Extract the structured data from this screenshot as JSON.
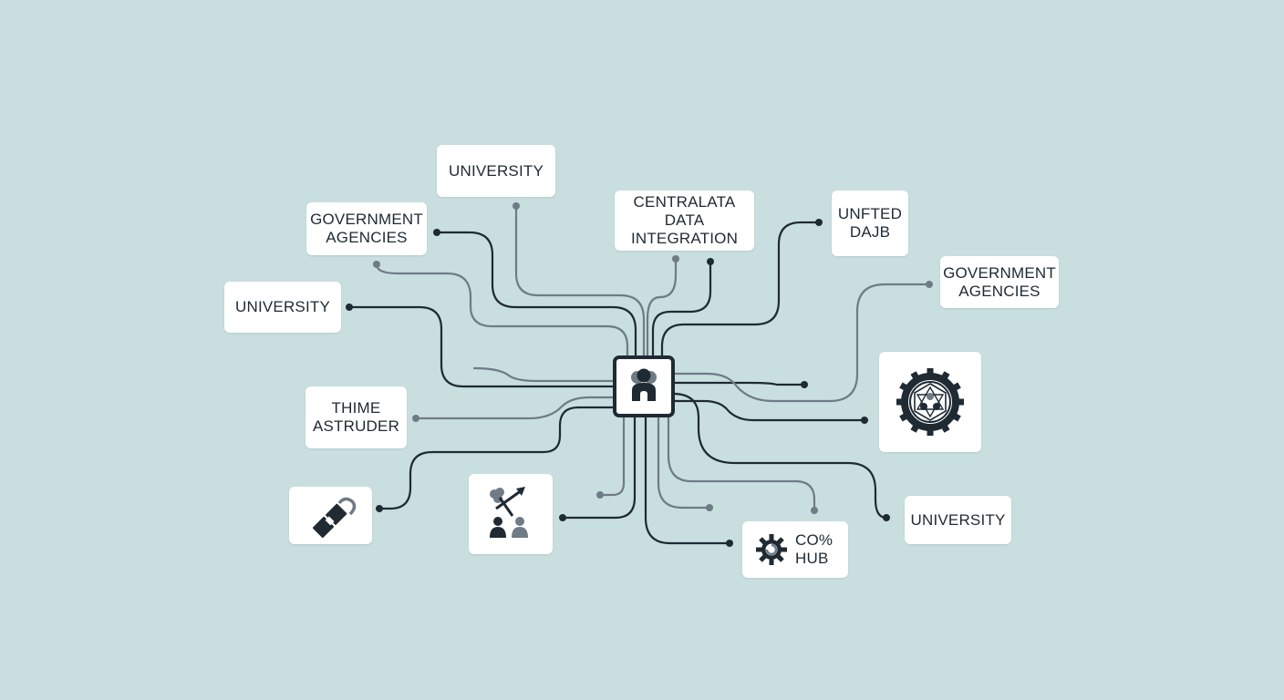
{
  "colors": {
    "background": "#c9dfdf",
    "card": "#ffffff",
    "dark": "#1f2a33",
    "wire_dark": "#1f2a33",
    "wire_gray": "#6f7b85"
  },
  "hub": {
    "icon": "people-group-icon"
  },
  "nodes": {
    "university_top": {
      "line1": "UNIVERSITY"
    },
    "gov_left": {
      "line1": "GOVERNMENT",
      "line2": "AGENCIES"
    },
    "central": {
      "line1": "CENTRALATA",
      "line2": "DATA INTEGRATION"
    },
    "unfted": {
      "line1": "UNFTED",
      "line2": "DAJB"
    },
    "gov_right": {
      "line1": "GOVERNMENT",
      "line2": "AGENCIES"
    },
    "university_left": {
      "line1": "UNIVERSITY"
    },
    "network_gear": {
      "icon": "network-gear-icon"
    },
    "thime": {
      "line1": "THIME",
      "line2": "ASTRUDER"
    },
    "connector": {
      "icon": "plug-connector-icon"
    },
    "people_arrow": {
      "icon": "people-arrow-icon"
    },
    "co_hub": {
      "line1": "CO%",
      "line2": "HUB",
      "icon": "gear-icon"
    },
    "university_right": {
      "line1": "UNIVERSITY"
    }
  }
}
